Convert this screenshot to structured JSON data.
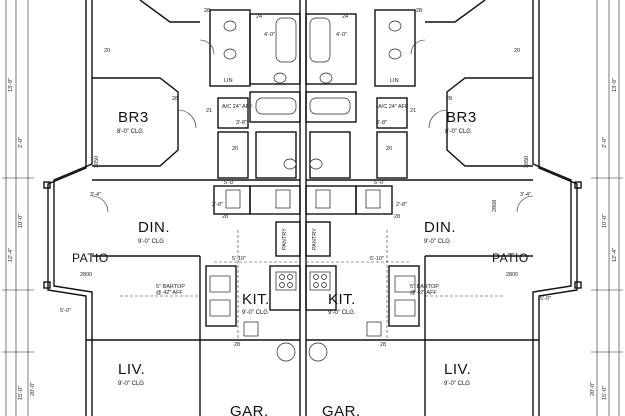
{
  "rooms": {
    "br3_left": "BR3",
    "br3_right": "BR3",
    "din_left": "DIN.",
    "din_right": "DIN.",
    "patio_left": "PATIO",
    "patio_right": "PATIO",
    "kit_left": "KIT.",
    "kit_right": "KIT.",
    "liv_left": "LIV.",
    "liv_right": "LIV.",
    "gar_left": "GAR.",
    "gar_right": "GAR."
  },
  "ceilings": {
    "eight": "8'-0\" CLG",
    "nine": "9'-0\" CLG"
  },
  "closets": {
    "lin": "LIN",
    "pantry": "PANTRY",
    "bartop": "5\" BARTOP",
    "bartop_height": "@ 42\" AFF",
    "ac_aff": "A/C 24\" AFF"
  },
  "dims": {
    "d28": "28",
    "d24": "24",
    "d20": "20",
    "d21": "21",
    "d3050": "3050",
    "d2800": "2800",
    "d2868": "2868",
    "d3_4": "3'-4\"",
    "d5_0": "5'-0\"",
    "d5_10": "5'-10\"",
    "d2_8": "2'-8\"",
    "d3_8": "3'-8\"",
    "d4_0": "4'-0\"",
    "d10_0": "10'-0\"",
    "d12_4": "12'-4\"",
    "d13_9": "13'-9\"",
    "d15_0": "15'-0\"",
    "d20_0": "20'-0\"",
    "d2_0": "2'-0\""
  }
}
